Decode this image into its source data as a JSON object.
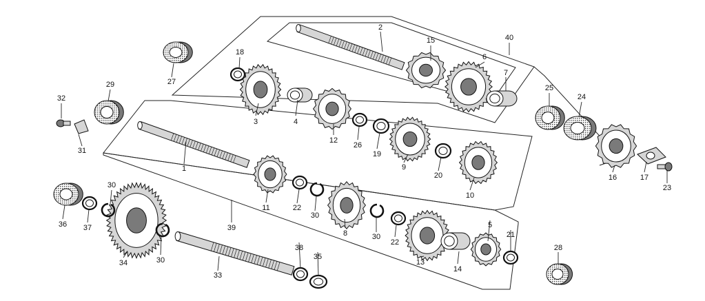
{
  "diagram": {
    "type": "exploded-parts-view",
    "palette": {
      "ink": "#111111",
      "paper": "#ffffff",
      "shade": "#7a7a7a",
      "light": "#d6d6d6"
    },
    "callouts": [
      "1",
      "2",
      "3",
      "4",
      "5",
      "6",
      "7",
      "8",
      "9",
      "10",
      "11",
      "12",
      "13",
      "14",
      "15",
      "16",
      "17",
      "18",
      "19",
      "20",
      "21",
      "22",
      "22",
      "23",
      "24",
      "25",
      "26",
      "27",
      "28",
      "29",
      "30",
      "30",
      "30",
      "30",
      "31",
      "32",
      "33",
      "34",
      "35",
      "36",
      "37",
      "38",
      "39",
      "40"
    ]
  }
}
